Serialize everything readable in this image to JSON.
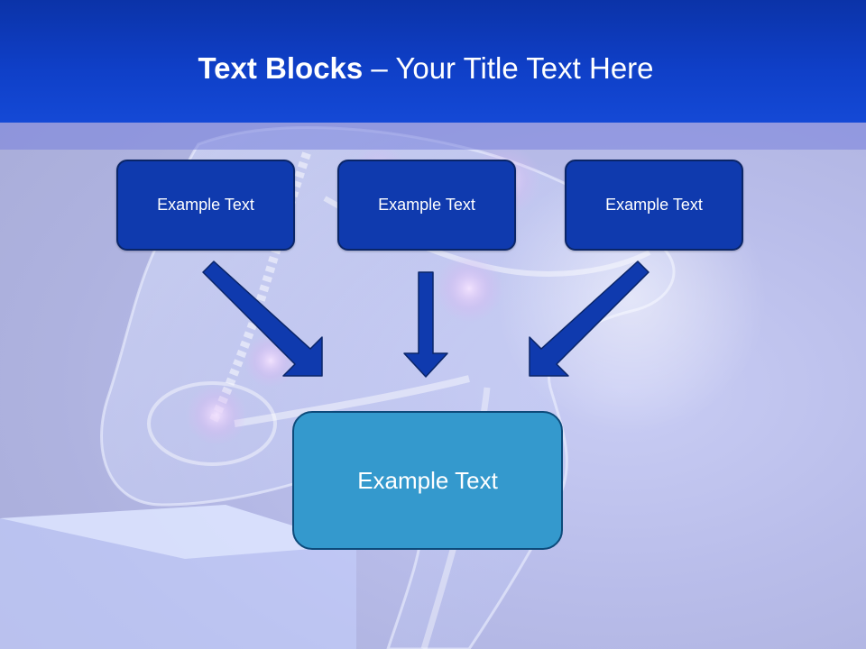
{
  "slide": {
    "title_bold": "Text Blocks",
    "title_dash": " – ",
    "title_rest": "Your Title Text Here"
  },
  "boxes": {
    "top": [
      {
        "label": "Example Text"
      },
      {
        "label": "Example Text"
      },
      {
        "label": "Example Text"
      }
    ],
    "bottom": {
      "label": "Example Text"
    }
  },
  "colors": {
    "title_band": "#0f3fc7",
    "top_box_fill": "#0f3aae",
    "bottom_box_fill": "#3499cd",
    "arrow": "#0f3aae"
  }
}
